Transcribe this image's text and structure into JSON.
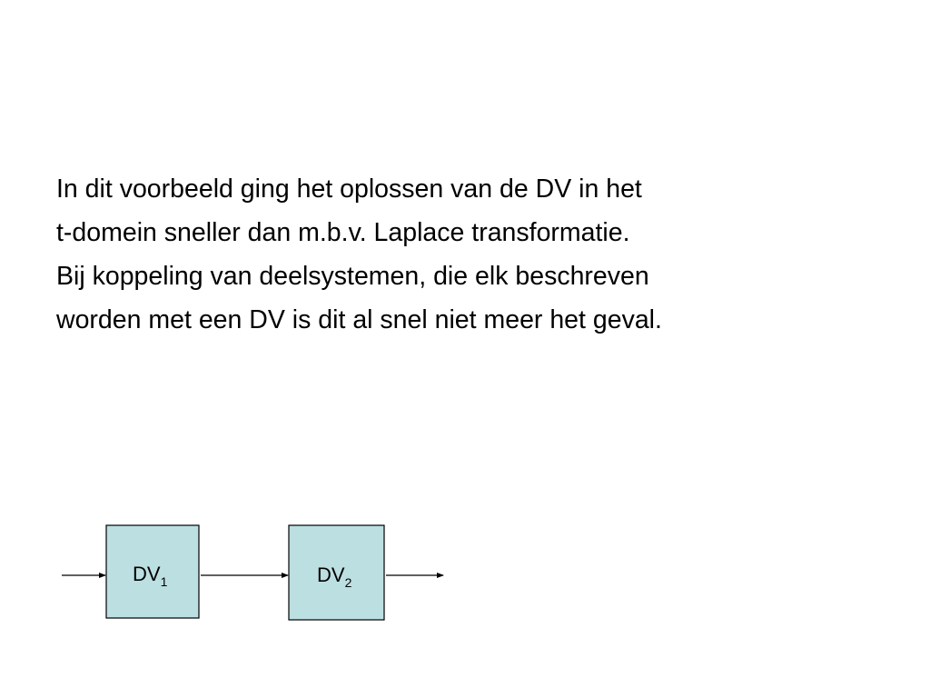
{
  "slide": {
    "paragraph": [
      "In dit voorbeeld ging het oplossen van de DV in het",
      "t-domein sneller dan m.b.v. Laplace transformatie.",
      "Bij koppeling van deelsystemen, die elk beschreven",
      "worden met een DV is dit al snel niet meer het geval."
    ]
  },
  "diagram": {
    "block_fill": "#bcdfe1",
    "block_stroke": "#000000",
    "blocks": [
      {
        "label": "DV",
        "subscript": "1"
      },
      {
        "label": "DV",
        "subscript": "2"
      }
    ]
  }
}
